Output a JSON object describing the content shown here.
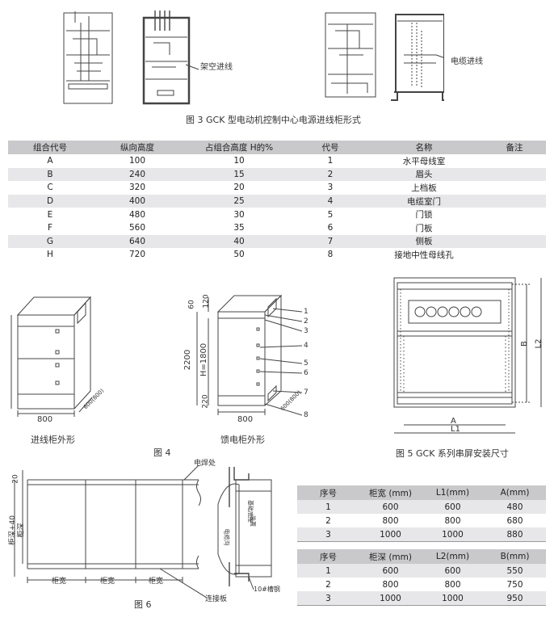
{
  "figure3": {
    "label_overhead": "架空进线",
    "label_cable": "电缆进线",
    "caption": "图 3  GCK 型电动机控制中心电源进线柜形式"
  },
  "main_table": {
    "headers": [
      "组合代号",
      "纵向高度",
      "占组合高度 H的%",
      "代号",
      "名称",
      "备注"
    ],
    "rows": [
      [
        "A",
        "100",
        "10",
        "1",
        "水平母线室",
        ""
      ],
      [
        "B",
        "240",
        "15",
        "2",
        "眉头",
        ""
      ],
      [
        "C",
        "320",
        "20",
        "3",
        "上档板",
        ""
      ],
      [
        "D",
        "400",
        "25",
        "4",
        "电缆室门",
        ""
      ],
      [
        "E",
        "480",
        "30",
        "5",
        "门锁",
        ""
      ],
      [
        "F",
        "560",
        "35",
        "6",
        "门板",
        ""
      ],
      [
        "G",
        "640",
        "40",
        "7",
        "侧板",
        ""
      ],
      [
        "H",
        "720",
        "50",
        "8",
        "接地中性母线孔",
        ""
      ]
    ]
  },
  "figure4": {
    "left_width": "800",
    "left_depth": "600(800)",
    "left_caption": "进线柜外形",
    "right_dims": [
      "60",
      "120",
      "2200",
      "H=1800",
      "220"
    ],
    "right_width": "800",
    "right_depth": "600(800)",
    "right_callouts": [
      "1",
      "2",
      "3",
      "4",
      "5",
      "6",
      "7",
      "8"
    ],
    "right_caption": "馈电柜外形",
    "caption": "图 4"
  },
  "figure5": {
    "dim_A": "A",
    "dim_L1": "L1",
    "dim_B": "B",
    "dim_L2": "L2",
    "caption": "图 5   GCK 系列串屏安装尺寸"
  },
  "figure6": {
    "weld_label": "电焊处",
    "dim_20": "20",
    "depth_plus": "柜深+40",
    "depth": "柜深",
    "widths": [
      "柜宽",
      "柜宽",
      "柜宽"
    ],
    "connect_plate": "连接板",
    "channel_steel": "10#槽钢",
    "side_notes": [
      "电缆沟",
      "基础底座",
      "装置"
    ],
    "caption": "图 6"
  },
  "table_width": {
    "headers": [
      "序号",
      "柜宽 (mm)",
      "L1(mm)",
      "A(mm)"
    ],
    "rows": [
      [
        "1",
        "600",
        "600",
        "480"
      ],
      [
        "2",
        "800",
        "800",
        "680"
      ],
      [
        "3",
        "1000",
        "1000",
        "880"
      ]
    ]
  },
  "table_depth": {
    "headers": [
      "序号",
      "柜深 (mm)",
      "L2(mm)",
      "B(mm)"
    ],
    "rows": [
      [
        "1",
        "600",
        "600",
        "550"
      ],
      [
        "2",
        "800",
        "800",
        "750"
      ],
      [
        "3",
        "1000",
        "1000",
        "950"
      ]
    ]
  }
}
